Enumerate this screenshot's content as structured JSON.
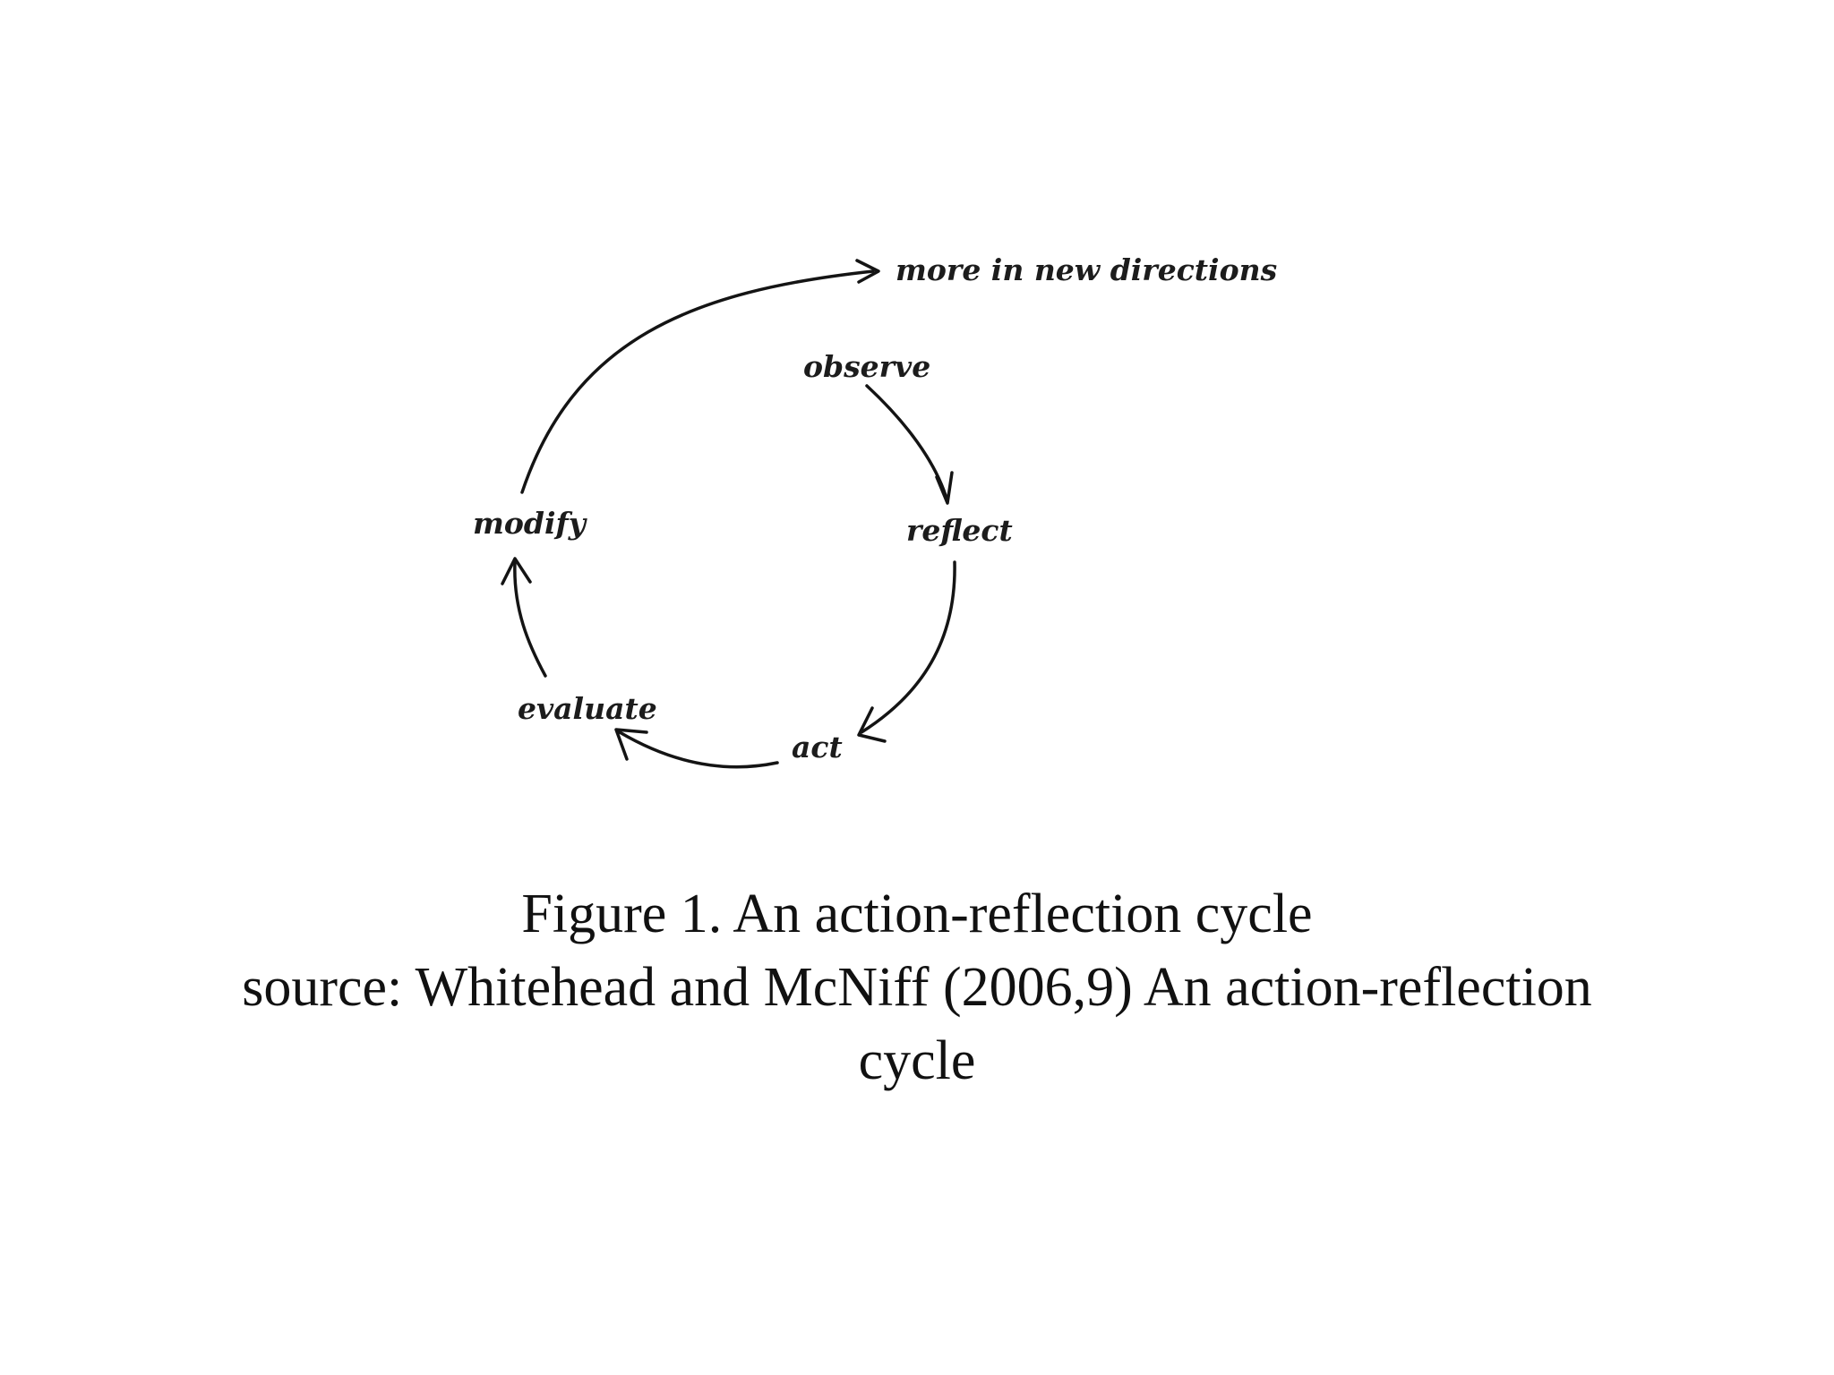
{
  "diagram": {
    "nodes": {
      "more_in_new_directions": "more in new directions",
      "observe": "observe",
      "reflect": "reflect",
      "act": "act",
      "evaluate": "evaluate",
      "modify": "modify"
    },
    "edges": [
      {
        "from": "observe",
        "to": "reflect"
      },
      {
        "from": "reflect",
        "to": "act"
      },
      {
        "from": "act",
        "to": "evaluate"
      },
      {
        "from": "evaluate",
        "to": "modify"
      },
      {
        "from": "modify",
        "to": "more_in_new_directions"
      }
    ]
  },
  "caption": {
    "line1": "Figure 1. An action-reflection cycle",
    "line2": "source: Whitehead and McNiff (2006,9)  An action-reflection",
    "line3": "cycle"
  }
}
